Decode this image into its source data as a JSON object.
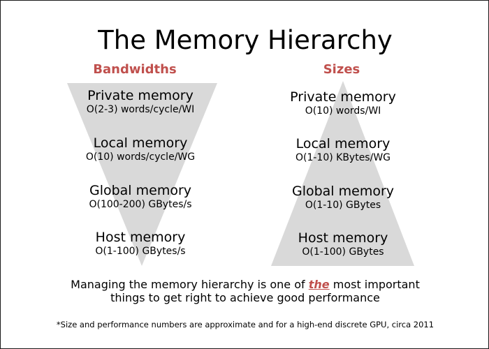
{
  "title": "The Memory Hierarchy",
  "colors": {
    "heading": "#c0504d",
    "triangle": "#d9d9d9",
    "border": "#1a1a1a"
  },
  "bandwidths": {
    "heading": "Bandwidths",
    "levels": [
      {
        "name": "Private memory",
        "value": "O(2-3) words/cycle/WI"
      },
      {
        "name": "Local memory",
        "value": "O(10) words/cycle/WG"
      },
      {
        "name": "Global memory",
        "value": "O(100-200) GBytes/s"
      },
      {
        "name": "Host memory",
        "value": "O(1-100) GBytes/s"
      }
    ]
  },
  "sizes": {
    "heading": "Sizes",
    "levels": [
      {
        "name": "Private memory",
        "value": "O(10) words/WI"
      },
      {
        "name": "Local memory",
        "value": "O(1-10) KBytes/WG"
      },
      {
        "name": "Global memory",
        "value": "O(1-10) GBytes"
      },
      {
        "name": "Host memory",
        "value": "O(1-100) GBytes"
      }
    ]
  },
  "summary": {
    "before": "Managing the memory hierarchy is one of ",
    "emphasis": "the",
    "after": " most important",
    "line2": "things to get right to achieve good performance"
  },
  "footnote": "*Size and performance numbers are approximate and for a high-end discrete GPU, circa 2011"
}
